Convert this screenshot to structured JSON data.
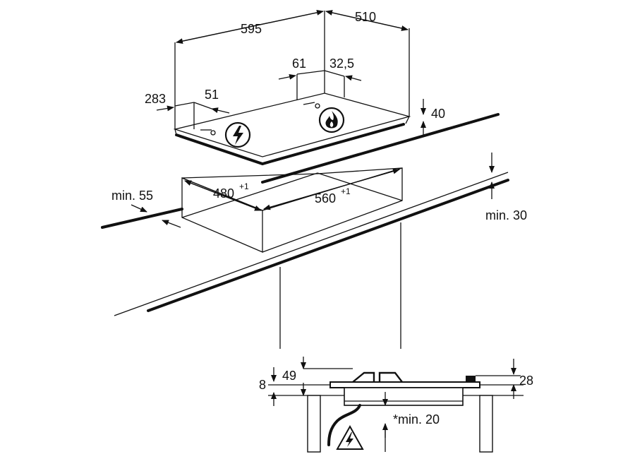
{
  "dimensions": {
    "width_595": "595",
    "depth_510": "510",
    "off_283": "283",
    "off_51": "51",
    "off_61": "61",
    "off_325": "32,5",
    "height_40": "40",
    "min_55": "min. 55",
    "cut_480": "480",
    "cut_480_sup": "+1",
    "cut_560": "560",
    "cut_560_sup": "+1",
    "min_30": "min. 30",
    "sec_8": "8",
    "sec_49": "49",
    "sec_28": "28",
    "sec_min20": "*min. 20"
  },
  "icons": {
    "electric": "electric-warning-icon",
    "gas": "gas-flame-icon",
    "warning": "high-voltage-warning-icon"
  }
}
